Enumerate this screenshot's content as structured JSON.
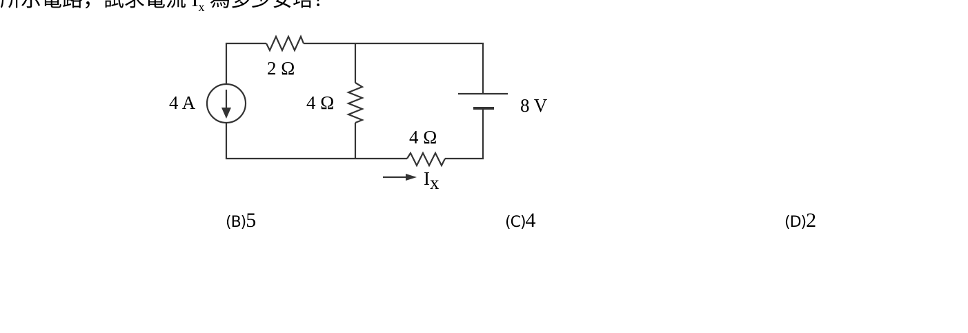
{
  "question": {
    "text_before": "所示電路，試求電流 I",
    "text_sub": "x",
    "text_after": " 為多少安培？"
  },
  "circuit": {
    "current_source_label": "4 A",
    "resistor_top_label": "2 Ω",
    "resistor_middle_label": "4 Ω",
    "resistor_bottom_label": "4 Ω",
    "battery_label": "8 V",
    "current_label": "I",
    "current_label_sub": "x"
  },
  "options": [
    {
      "letter": "(B)",
      "value": "5"
    },
    {
      "letter": "(C)",
      "value": "4"
    },
    {
      "letter": "(D)",
      "value": "2"
    }
  ]
}
